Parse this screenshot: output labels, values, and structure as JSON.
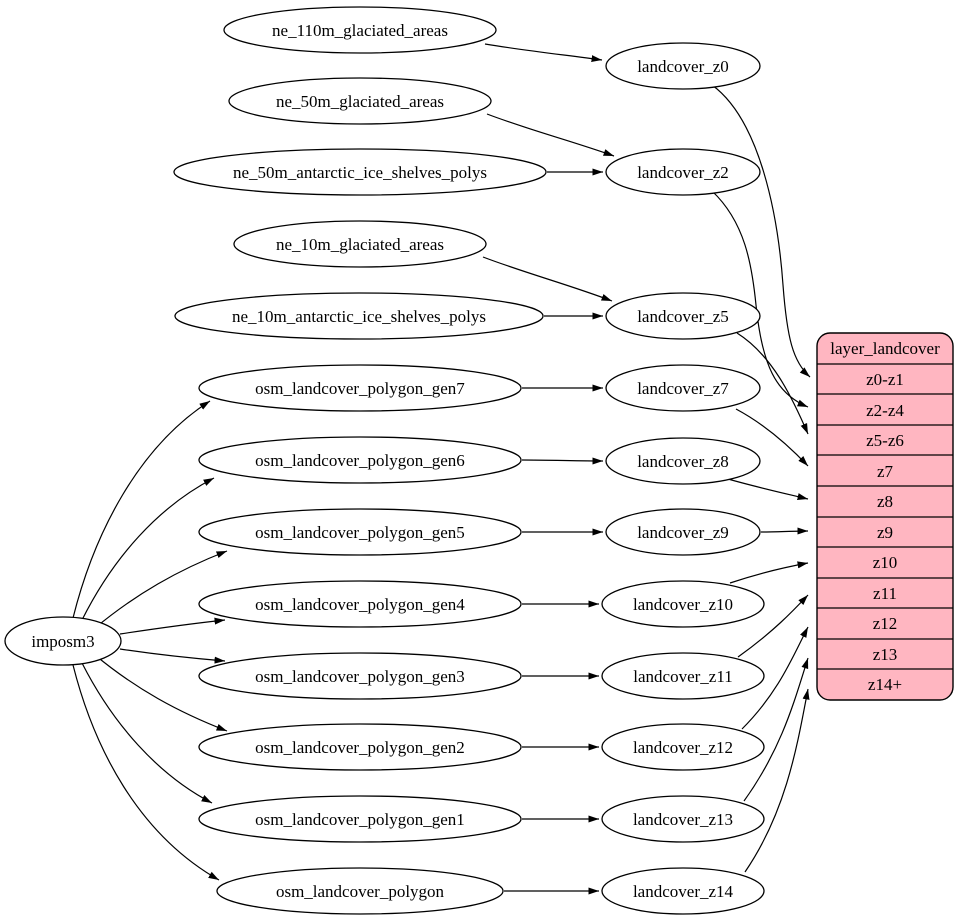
{
  "colors": {
    "background": "#ffffff",
    "node_fill": "#ffffff",
    "stroke": "#000000",
    "table_fill": "#ffb6c1"
  },
  "nodes": {
    "imposm3": "imposm3",
    "ne_110m_glaciated_areas": "ne_110m_glaciated_areas",
    "ne_50m_glaciated_areas": "ne_50m_glaciated_areas",
    "ne_50m_antarctic_ice_shelves_polys": "ne_50m_antarctic_ice_shelves_polys",
    "ne_10m_glaciated_areas": "ne_10m_glaciated_areas",
    "ne_10m_antarctic_ice_shelves_polys": "ne_10m_antarctic_ice_shelves_polys",
    "osm_landcover_polygon_gen7": "osm_landcover_polygon_gen7",
    "osm_landcover_polygon_gen6": "osm_landcover_polygon_gen6",
    "osm_landcover_polygon_gen5": "osm_landcover_polygon_gen5",
    "osm_landcover_polygon_gen4": "osm_landcover_polygon_gen4",
    "osm_landcover_polygon_gen3": "osm_landcover_polygon_gen3",
    "osm_landcover_polygon_gen2": "osm_landcover_polygon_gen2",
    "osm_landcover_polygon_gen1": "osm_landcover_polygon_gen1",
    "osm_landcover_polygon": "osm_landcover_polygon",
    "landcover_z0": "landcover_z0",
    "landcover_z2": "landcover_z2",
    "landcover_z5": "landcover_z5",
    "landcover_z7": "landcover_z7",
    "landcover_z8": "landcover_z8",
    "landcover_z9": "landcover_z9",
    "landcover_z10": "landcover_z10",
    "landcover_z11": "landcover_z11",
    "landcover_z12": "landcover_z12",
    "landcover_z13": "landcover_z13",
    "landcover_z14": "landcover_z14"
  },
  "table": {
    "title": "layer_landcover",
    "rows": [
      "z0-z1",
      "z2-z4",
      "z5-z6",
      "z7",
      "z8",
      "z9",
      "z10",
      "z11",
      "z12",
      "z13",
      "z14+"
    ]
  }
}
